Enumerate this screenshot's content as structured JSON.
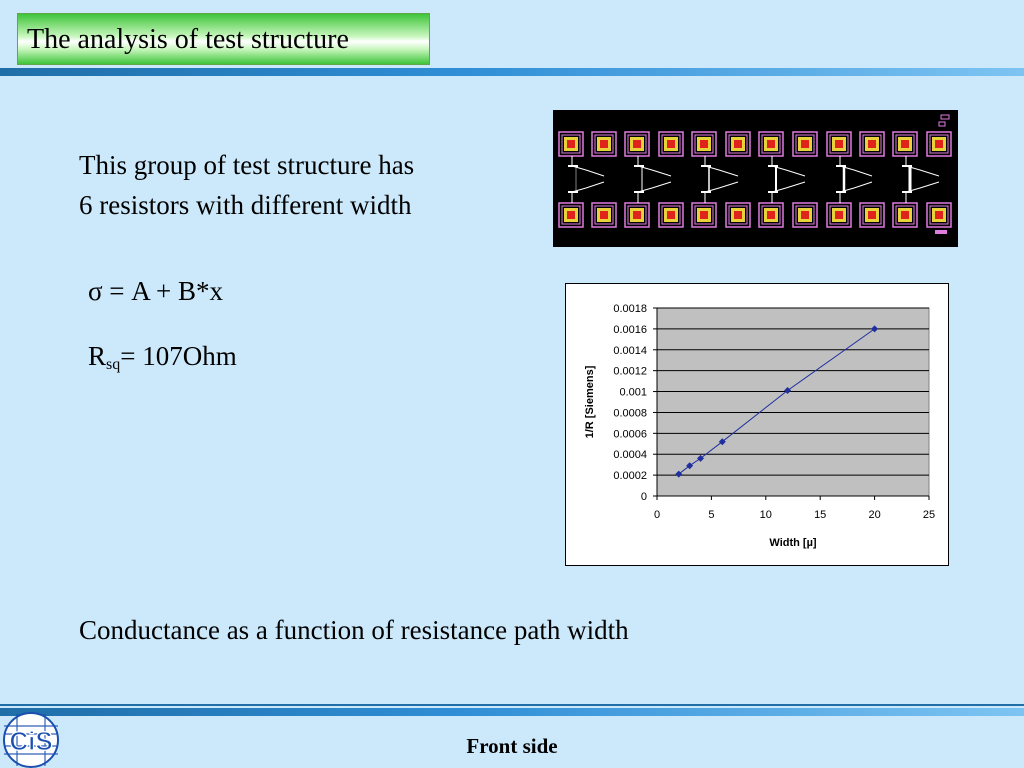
{
  "slide": {
    "title": "The analysis of test structure",
    "intro_line1": "This group of test structure has",
    "intro_line2": "6 resistors with different width",
    "formula": "σ = A + B*x",
    "rsq_symbol": "R",
    "rsq_sub": "sq",
    "rsq_value": "= 107Ohm",
    "caption": "Conductance as a function of resistance path width",
    "footer": "Front side",
    "logo_text": "CiS"
  },
  "chart_data": {
    "type": "scatter",
    "xlabel": "Width [µ]",
    "ylabel": "1/R [Siemens]",
    "xlim": [
      0,
      25
    ],
    "ylim": [
      0,
      0.0018
    ],
    "x_ticks": [
      "0",
      "5",
      "10",
      "15",
      "20",
      "25"
    ],
    "y_ticks": [
      "0",
      "0.0002",
      "0.0004",
      "0.0006",
      "0.0008",
      "0.001",
      "0.0012",
      "0.0014",
      "0.0016",
      "0.0018"
    ],
    "grid": true,
    "series": [
      {
        "x": [
          2,
          3,
          4,
          6,
          12,
          20
        ],
        "y": [
          0.00021,
          0.00029,
          0.00036,
          0.00052,
          0.00101,
          0.0016
        ]
      }
    ],
    "colors": {
      "line": "#1f2f9f",
      "marker": "#1f2f9f",
      "plot_bg": "#c0c0c0"
    }
  }
}
